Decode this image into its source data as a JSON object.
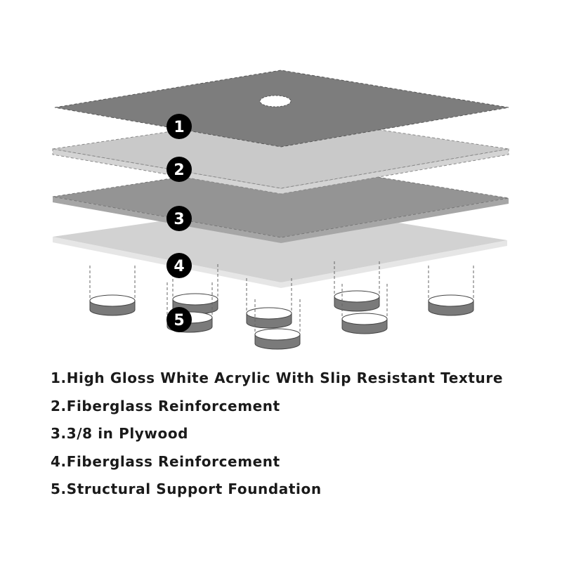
{
  "layers": [
    {
      "number": "1",
      "label": "1.High Gloss White Acrylic With Slip Resistant Texture",
      "color": "#7d7d7d"
    },
    {
      "number": "2",
      "label": "2.Fiberglass Reinforcement",
      "color": "#c9c9c9"
    },
    {
      "number": "3",
      "label": "3.3/8 in Plywood",
      "color": "#949494"
    },
    {
      "number": "4",
      "label": "4.Fiberglass Reinforcement",
      "color": "#d2d2d2"
    },
    {
      "number": "5",
      "label": "5.Structural Support Foundation",
      "color": "#7a7a7a"
    }
  ],
  "badge_color": "#000000"
}
